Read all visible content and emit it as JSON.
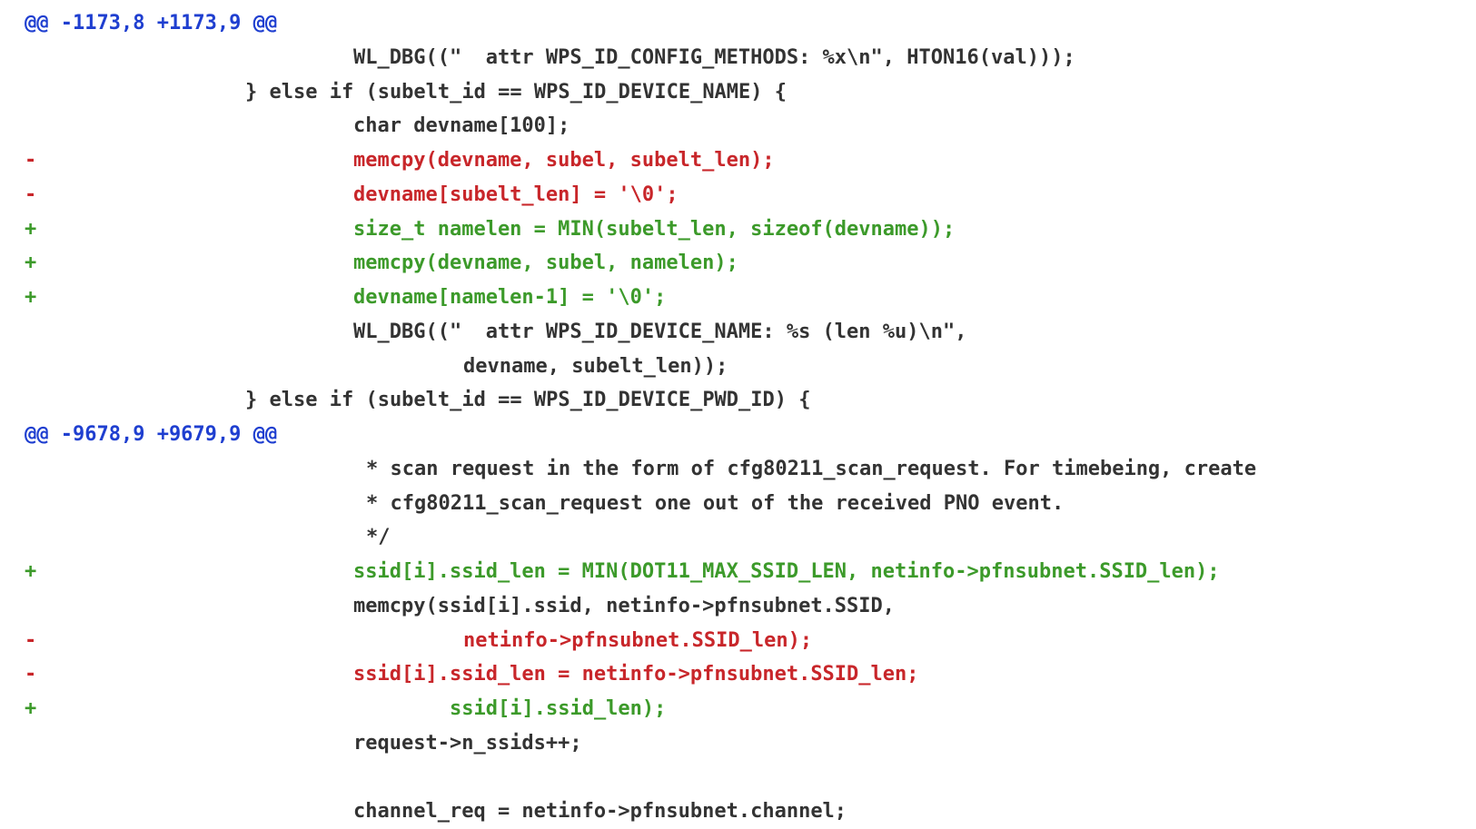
{
  "colors": {
    "hunk": "#1f3fd0",
    "context": "#333333",
    "removed": "#c8262a",
    "added": "#3c9a2a",
    "background": "#ffffff"
  },
  "lines": [
    {
      "type": "hunk",
      "marker": "",
      "code": "@@ -1173,8 +1173,9 @@"
    },
    {
      "type": "ctx",
      "marker": "",
      "code": "WL_DBG((\"  attr WPS_ID_CONFIG_METHODS: %x\\n\", HTON16(val)));"
    },
    {
      "type": "ctx",
      "marker": "",
      "code": "} else if (subelt_id == WPS_ID_DEVICE_NAME) {"
    },
    {
      "type": "ctx",
      "marker": "",
      "code": "char devname[100];"
    },
    {
      "type": "del",
      "marker": "-",
      "code": "memcpy(devname, subel, subelt_len);"
    },
    {
      "type": "del",
      "marker": "-",
      "code": "devname[subelt_len] = '\\0';"
    },
    {
      "type": "add",
      "marker": "+",
      "code": "size_t namelen = MIN(subelt_len, sizeof(devname));"
    },
    {
      "type": "add",
      "marker": "+",
      "code": "memcpy(devname, subel, namelen);"
    },
    {
      "type": "add",
      "marker": "+",
      "code": "devname[namelen-1] = '\\0';"
    },
    {
      "type": "ctx",
      "marker": "",
      "code": "WL_DBG((\"  attr WPS_ID_DEVICE_NAME: %s (len %u)\\n\","
    },
    {
      "type": "ctx",
      "marker": "",
      "code": "devname, subelt_len));"
    },
    {
      "type": "ctx",
      "marker": "",
      "code": "} else if (subelt_id == WPS_ID_DEVICE_PWD_ID) {"
    },
    {
      "type": "hunk",
      "marker": "",
      "code": "@@ -9678,9 +9679,9 @@"
    },
    {
      "type": "ctx",
      "marker": "",
      "code": "* scan request in the form of cfg80211_scan_request. For timebeing, create"
    },
    {
      "type": "ctx",
      "marker": "",
      "code": "* cfg80211_scan_request one out of the received PNO event."
    },
    {
      "type": "ctx",
      "marker": "",
      "code": "*/"
    },
    {
      "type": "add",
      "marker": "+",
      "code": "ssid[i].ssid_len = MIN(DOT11_MAX_SSID_LEN, netinfo->pfnsubnet.SSID_len);"
    },
    {
      "type": "ctx",
      "marker": "",
      "code": "memcpy(ssid[i].ssid, netinfo->pfnsubnet.SSID,"
    },
    {
      "type": "del",
      "marker": "-",
      "code": "netinfo->pfnsubnet.SSID_len);"
    },
    {
      "type": "del",
      "marker": "-",
      "code": "ssid[i].ssid_len = netinfo->pfnsubnet.SSID_len;"
    },
    {
      "type": "add",
      "marker": "+",
      "code": "ssid[i].ssid_len);"
    },
    {
      "type": "ctx",
      "marker": "",
      "code": "request->n_ssids++;"
    },
    {
      "type": "ctx",
      "marker": "",
      "code": ""
    },
    {
      "type": "ctx",
      "marker": "",
      "code": "channel_req = netinfo->pfnsubnet.channel;"
    }
  ]
}
